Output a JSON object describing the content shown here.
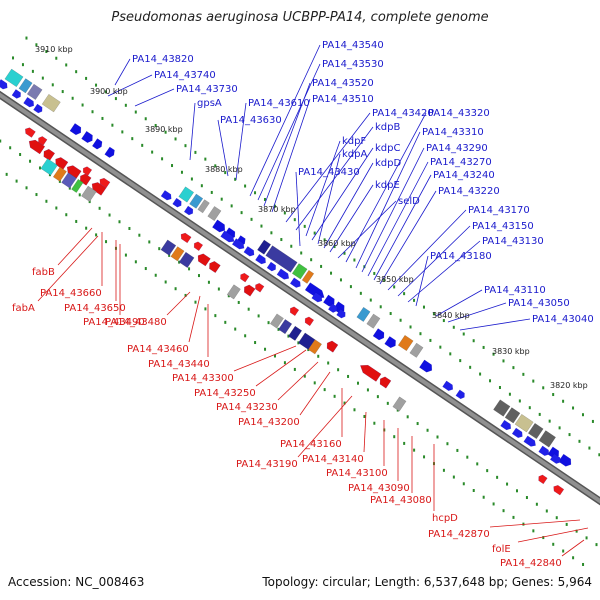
{
  "title": "Pseudomonas aeruginosa UCBPP-PA14, complete genome",
  "accession_text": "Accession: NC_008463",
  "summary_text": "Topology: circular; Length: 6,537,648 bp; Genes: 5,964",
  "colors": {
    "backbone": "#909090",
    "blue_label": "#1a1acc",
    "red_label": "#d81818",
    "tick": "#2a8a2a"
  },
  "scale_labels": [
    "3910 kbp",
    "3900 kbp",
    "3890 kbp",
    "3880 kbp",
    "3870 kbp",
    "3860 kbp",
    "3850 kbp",
    "3840 kbp",
    "3830 kbp",
    "3820 kbp"
  ],
  "top_labels": [
    "PA14_43820",
    "PA14_43740",
    "PA14_43730",
    "gpsA",
    "PA14_43630",
    "PA14_43610",
    "PA14_43540",
    "PA14_43530",
    "PA14_43520",
    "PA14_43510",
    "PA14_43420",
    "kdpB",
    "kdpF",
    "kdpC",
    "kdpA",
    "kdpD",
    "PA14_43430",
    "kdpE",
    "selD",
    "PA14_43320",
    "PA14_43310",
    "PA14_43290",
    "PA14_43270",
    "PA14_43240",
    "PA14_43220",
    "PA14_43170",
    "PA14_43150",
    "PA14_43130",
    "PA14_43180",
    "PA14_43110",
    "PA14_43050",
    "PA14_43040"
  ],
  "bottom_labels": [
    "fabB",
    "PA14_43660",
    "fabA",
    "PA14_43650",
    "PA14_43490",
    "PA14_43480",
    "PA14_43460",
    "PA14_43440",
    "PA14_43300",
    "PA14_43250",
    "PA14_43230",
    "PA14_43200",
    "PA14_43160",
    "PA14_43190",
    "PA14_43140",
    "PA14_43100",
    "PA14_43090",
    "PA14_43080",
    "hcpD",
    "PA14_42870",
    "folE",
    "PA14_42840"
  ]
}
